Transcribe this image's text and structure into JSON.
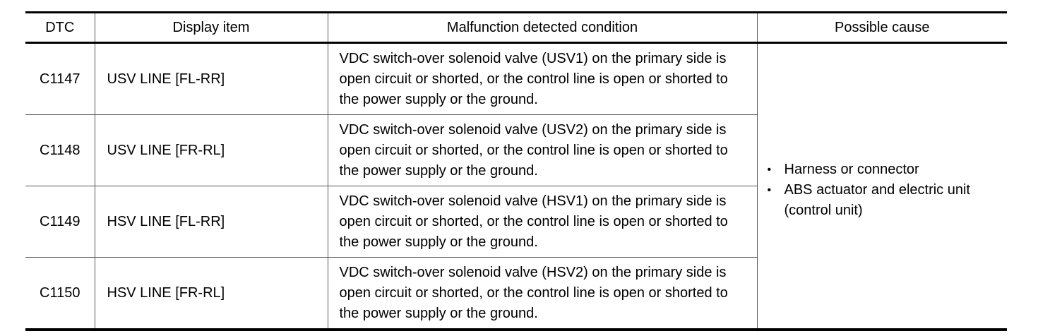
{
  "table": {
    "headers": {
      "dtc": "DTC",
      "item": "Display item",
      "condition": "Malfunction detected condition",
      "cause": "Possible cause"
    },
    "rows": [
      {
        "dtc": "C1147",
        "item": "USV LINE [FL-RR]",
        "condition": "VDC switch-over solenoid valve (USV1) on the primary side is open circuit or shorted, or the control line is open or shorted to the power supply or the ground."
      },
      {
        "dtc": "C1148",
        "item": "USV LINE [FR-RL]",
        "condition": "VDC switch-over solenoid valve (USV2) on the primary side is open circuit or shorted, or the control line is open or shorted to the power supply or the ground."
      },
      {
        "dtc": "C1149",
        "item": "HSV LINE [FL-RR]",
        "condition": "VDC switch-over solenoid valve (HSV1) on the primary side is open circuit or shorted, or the control line is open or shorted to the power supply or the ground."
      },
      {
        "dtc": "C1150",
        "item": "HSV LINE [FR-RL]",
        "condition": "VDC switch-over solenoid valve (HSV2) on the primary side is open circuit or shorted, or the control line is open or shorted to the power supply or the ground."
      }
    ],
    "possible_causes": [
      {
        "bullet": "•",
        "text": "Harness or connector"
      },
      {
        "bullet": "•",
        "text": "ABS actuator and electric unit (control unit)"
      }
    ]
  }
}
